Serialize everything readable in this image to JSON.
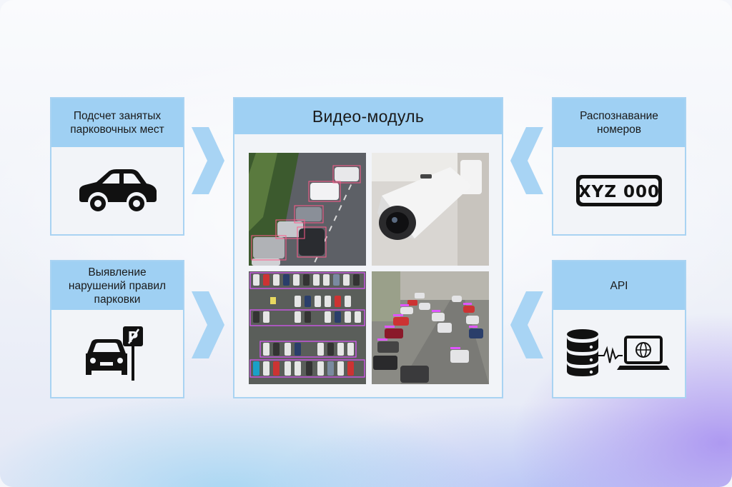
{
  "left_top": {
    "title": "Подсчет занятых парковочных мест",
    "icon": "car-icon"
  },
  "left_bottom": {
    "title": "Выявление нарушений правил парковки",
    "icon": "parking-violation-icon"
  },
  "center": {
    "title": "Видео-модуль"
  },
  "right_top": {
    "title": "Распознавание номеров",
    "icon": "license-plate-icon",
    "plate_text": "XYZ 000"
  },
  "right_bottom": {
    "title": "API",
    "icon": "database-laptop-icon"
  },
  "colors": {
    "panel_header": "#9fd0f3",
    "panel_border": "#a9d3f2",
    "arrow": "#a8d4f4",
    "icon": "#111111"
  }
}
